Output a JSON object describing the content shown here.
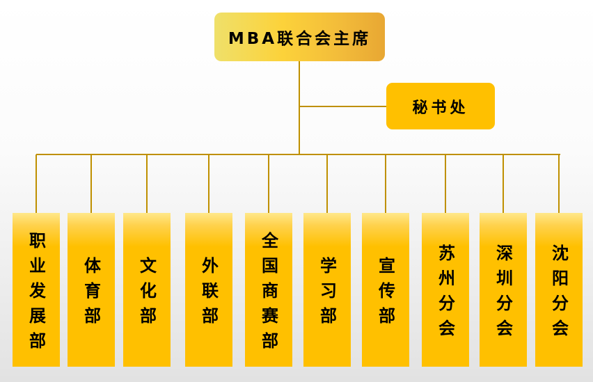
{
  "chief": {
    "label": "MBA联合会主席"
  },
  "secretariat": {
    "label": "秘书处"
  },
  "departments": [
    {
      "label": "职业发展部"
    },
    {
      "label": "体育部"
    },
    {
      "label": "文化部"
    },
    {
      "label": "外联部"
    },
    {
      "label": "全国商赛部"
    },
    {
      "label": "学习部"
    },
    {
      "label": "宣传部"
    },
    {
      "label": "苏州分会"
    },
    {
      "label": "深圳分会"
    },
    {
      "label": "沈阳分会"
    }
  ],
  "colors": {
    "connector": "#bf9000",
    "box": "#ffc000"
  }
}
